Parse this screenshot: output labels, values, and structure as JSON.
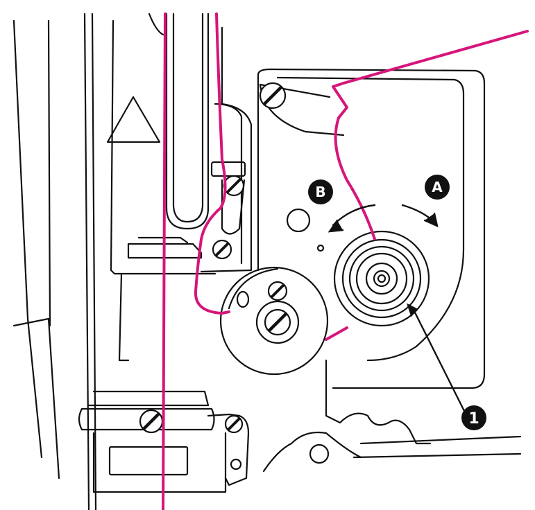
{
  "colors": {
    "line": "#111111",
    "thread": "#d6157a",
    "background": "#ffffff",
    "callout_fill": "#111111",
    "callout_text": "#ffffff"
  },
  "callouts": {
    "a": "A",
    "b": "B",
    "one": "1"
  }
}
